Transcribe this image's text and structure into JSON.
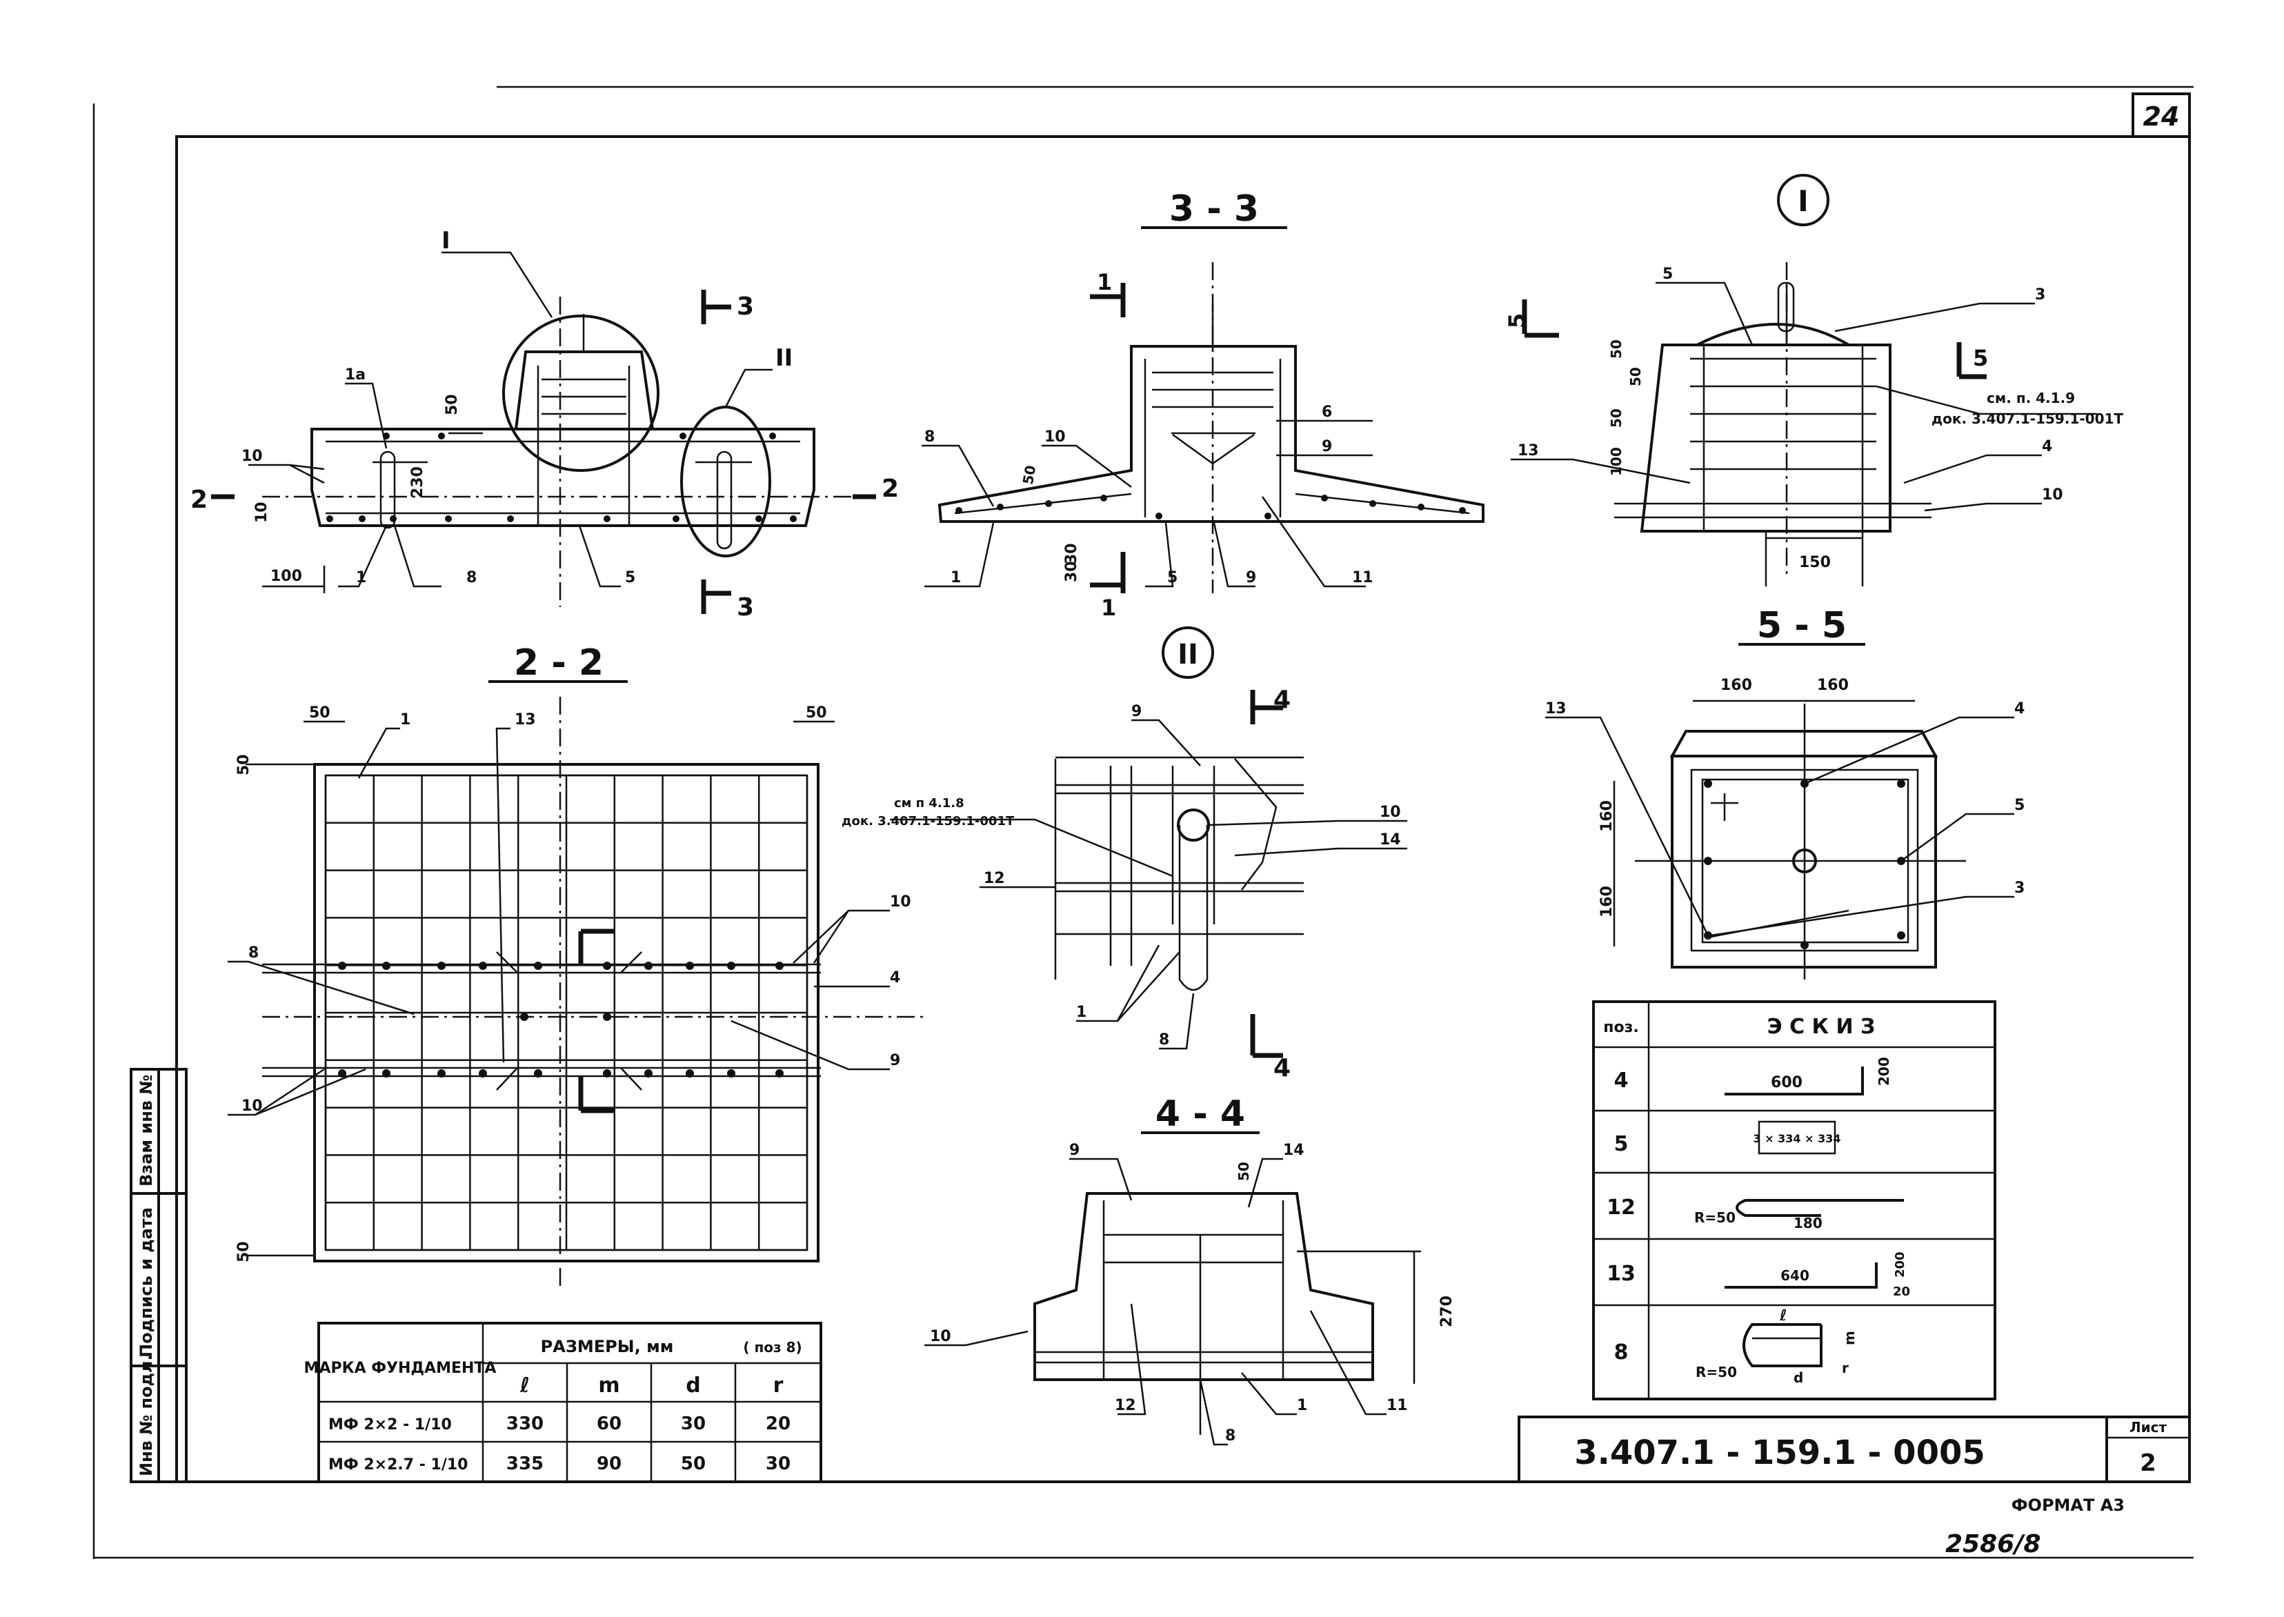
{
  "sheet_corner_number": "24",
  "bottom_note": "2586/8",
  "format_label": "ФОРМАТ А3",
  "title_block": {
    "code": "3.407.1 - 159.1 - 0005",
    "sheet_label": "Лист",
    "sheet_number": "2"
  },
  "side_stamp": [
    "Инв № подл.",
    "Подпись и дата",
    "Взам инв №"
  ],
  "sections": {
    "s33": "3 - 3",
    "s22": "2 - 2",
    "s44": "4 - 4",
    "s55": "5 - 5",
    "node1": "I",
    "node2": "II"
  },
  "view_markers": {
    "left_cut_right": "3",
    "left_cut_bottom": "3",
    "left_side_2a": "2",
    "left_side_2b": "2",
    "s33_marker_top": "1",
    "s33_marker_bottom": "1",
    "node2_marker_top": "4",
    "node2_marker_bottom": "4",
    "node1_marker_left": "5",
    "node1_marker_right": "5"
  },
  "callouts": {
    "front": [
      "I",
      "II",
      "1а",
      "10",
      "50",
      "230",
      "10",
      "100",
      "1",
      "8",
      "5"
    ],
    "s33": [
      "8",
      "10",
      "50",
      "6",
      "9",
      "30",
      "1",
      "5",
      "9",
      "11",
      "30"
    ],
    "node1": [
      "5",
      "3",
      "см. п. 4.1.9",
      "док. 3.407.1-159.1-001Т",
      "13",
      "4",
      "10",
      "100",
      "50",
      "50",
      "50",
      "150"
    ],
    "plan22": [
      "50",
      "1",
      "13",
      "50",
      "50",
      "8",
      "10",
      "4",
      "9",
      "10",
      "50"
    ],
    "node2": [
      "9",
      "см п 4.1.8",
      "док. 3.407.1-159.1-001Т",
      "10",
      "14",
      "12",
      "1",
      "8"
    ],
    "s44": [
      "9",
      "50",
      "14",
      "10",
      "270",
      "12",
      "8",
      "1",
      "11"
    ],
    "s55": [
      "160",
      "160",
      "13",
      "4",
      "5",
      "3",
      "160",
      "160"
    ]
  },
  "dims_table": {
    "mark_header": "МАРКА ФУНДАМЕНТА",
    "dims_header": "РАЗМЕРЫ, мм",
    "pos_header": "( поз 8)",
    "columns": [
      "ℓ",
      "m",
      "d",
      "r"
    ],
    "rows": [
      {
        "mark": "МФ 2×2 - 1/10",
        "values": [
          "330",
          "60",
          "30",
          "20"
        ]
      },
      {
        "mark": "МФ 2×2.7 - 1/10",
        "values": [
          "335",
          "90",
          "50",
          "30"
        ]
      }
    ]
  },
  "sketch_table": {
    "pos_header": "поз.",
    "sketch_header": "Э С К И З",
    "rows": [
      {
        "pos": "4",
        "dims": [
          "600",
          "200"
        ]
      },
      {
        "pos": "5",
        "dims": [
          "3 × 334 × 334"
        ]
      },
      {
        "pos": "12",
        "dims": [
          "R=50",
          "180"
        ]
      },
      {
        "pos": "13",
        "dims": [
          "640",
          "200",
          "20"
        ]
      },
      {
        "pos": "8",
        "dims": [
          "ℓ",
          "m",
          "d",
          "r",
          "R=50"
        ]
      }
    ]
  }
}
